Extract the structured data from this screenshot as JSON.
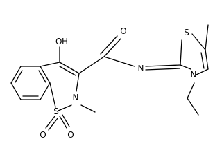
{
  "atoms": {
    "hydroxyl_o": "O",
    "hydroxyl_h": "H",
    "carbonyl_o": "O",
    "imine_n": "N",
    "thiazole_s": "S",
    "thiazole_n": "N",
    "ring_s": "S",
    "ring_n": "N",
    "sulfonyl_o_left": "O",
    "sulfonyl_o_right": "O"
  }
}
